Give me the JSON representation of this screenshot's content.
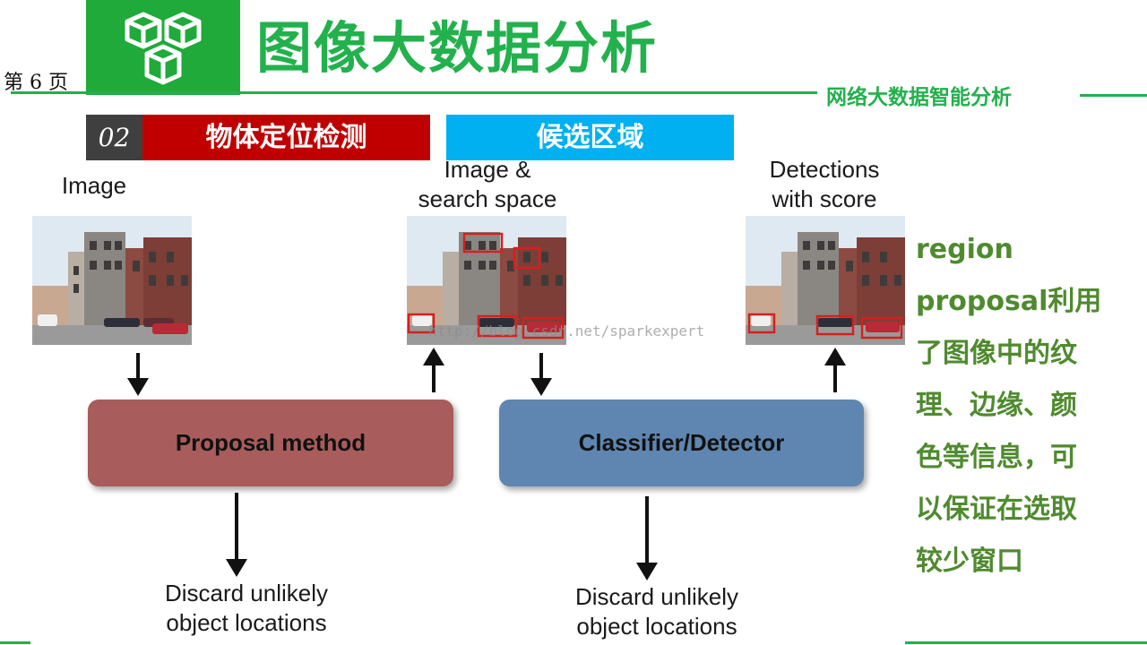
{
  "header": {
    "page_number": "第 6 页",
    "title": "图像大数据分析",
    "subtitle": "网络大数据智能分析",
    "logo_icon": "cubes-icon",
    "brand_color": "#22b14c"
  },
  "section": {
    "number": "02",
    "title": "物体定位检测",
    "badge": "候选区域",
    "colors": {
      "number_bg": "#3f3f3f",
      "title_bg": "#c00000",
      "badge_bg": "#00b0f0"
    }
  },
  "diagram": {
    "image_label": "Image",
    "search_label_line1": "Image &",
    "search_label_line2": "search space",
    "detections_label_line1": "Detections",
    "detections_label_line2": "with score",
    "proposal_box": "Proposal method",
    "classifier_box": "Classifier/Detector",
    "discard_left_line1": "Discard unlikely",
    "discard_left_line2": "object locations",
    "discard_right_line1": "Discard unlikely",
    "discard_right_line2": "object locations",
    "watermark": "http://blog.csdn.net/sparkexpert",
    "colors": {
      "proposal": "#a95c5c",
      "classifier": "#5e86b0",
      "bbox": "#d42020"
    }
  },
  "side_text": {
    "lines": [
      "region",
      "proposal利用",
      "了图像中的纹",
      "理、边缘、颜",
      "色等信息，可",
      "以保证在选取",
      "较少窗口"
    ]
  }
}
